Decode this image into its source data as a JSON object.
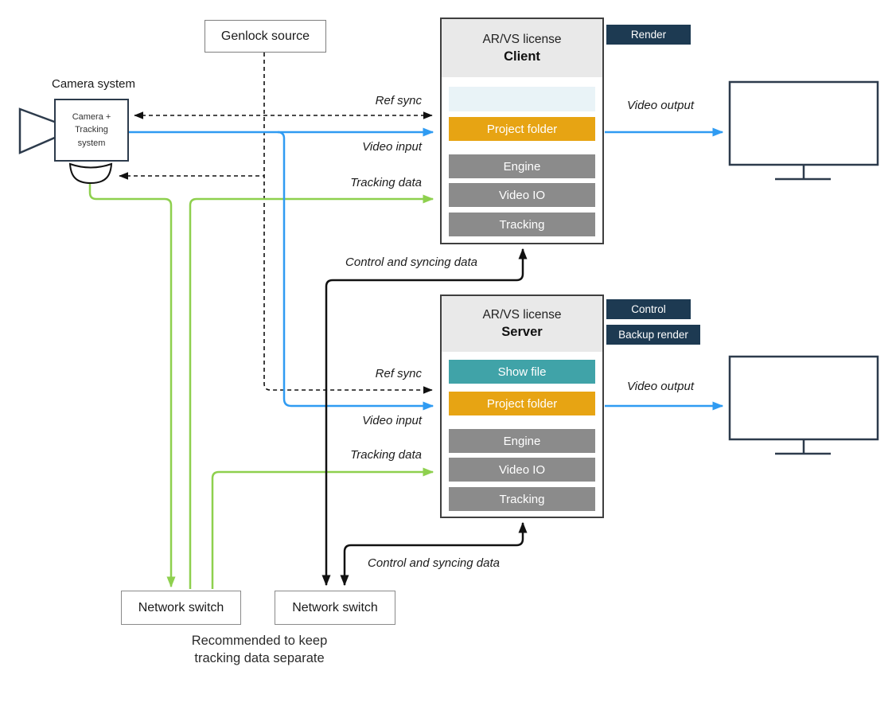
{
  "colors": {
    "navy": "#1d3a52",
    "outline": "#2d3b4c",
    "orange": "#e7a413",
    "teal": "#40a3a8",
    "module-gray": "#8b8b8b",
    "header-gray": "#e9e9e9",
    "pale-blue": "#e9f3f7",
    "blue": "#2f9bf2",
    "green": "#8ed04e",
    "ink": "#1a1a1a"
  },
  "camera": {
    "title": "Camera system",
    "box_lines": [
      "Camera +",
      "Tracking",
      "system"
    ]
  },
  "genlock": {
    "label": "Genlock source"
  },
  "client": {
    "license": "AR/VS license",
    "role": "Client",
    "slots": {
      "empty": "",
      "project_folder": "Project folder",
      "engine": "Engine",
      "video_io": "Video IO",
      "tracking": "Tracking"
    },
    "badges": [
      "Render"
    ]
  },
  "server": {
    "license": "AR/VS license",
    "role": "Server",
    "slots": {
      "show_file": "Show file",
      "project_folder": "Project folder",
      "engine": "Engine",
      "video_io": "Video IO",
      "tracking": "Tracking"
    },
    "badges": [
      "Control",
      "Backup render"
    ]
  },
  "switches": {
    "left": "Network switch",
    "right": "Network switch"
  },
  "note_lines": [
    "Recommended to keep",
    "tracking data separate"
  ],
  "edge_labels": {
    "client_ref_sync": "Ref sync",
    "client_video_input": "Video input",
    "client_tracking": "Tracking data",
    "client_video_output": "Video output",
    "client_control": "Control and syncing data",
    "server_ref_sync": "Ref sync",
    "server_video_input": "Video input",
    "server_tracking": "Tracking data",
    "server_video_output": "Video output",
    "server_control": "Control and syncing data"
  }
}
